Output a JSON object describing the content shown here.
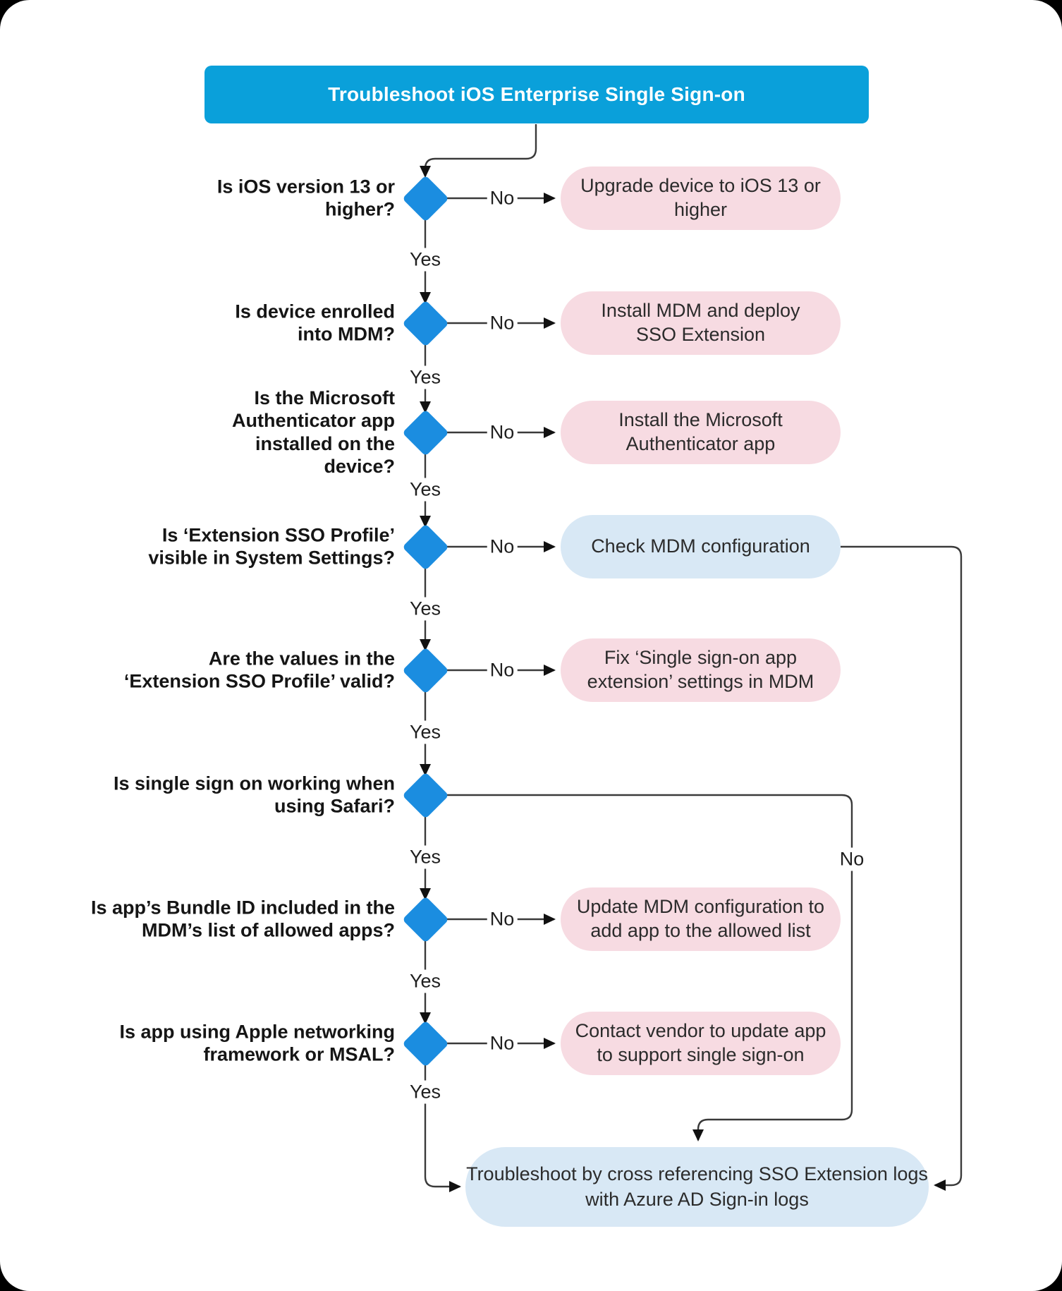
{
  "page": {
    "title": "Troubleshoot iOS Enterprise Single Sign-on"
  },
  "labels": {
    "yes": "Yes",
    "no": "No"
  },
  "colors": {
    "title_bg": "#0aa0da",
    "diamond": "#1b8de0",
    "outcome_pink": "#f7dbe2",
    "outcome_blue": "#d8e8f5",
    "line": "#3a3a3a"
  },
  "decisions": [
    {
      "question": [
        "Is iOS version 13 or",
        "higher?"
      ],
      "no_outcome": [
        "Upgrade device to iOS 13 or",
        "higher"
      ],
      "outcome_style": "pink"
    },
    {
      "question": [
        "Is device enrolled",
        "into MDM?"
      ],
      "no_outcome": [
        "Install MDM and deploy",
        "SSO Extension"
      ],
      "outcome_style": "pink"
    },
    {
      "question": [
        "Is the Microsoft",
        "Authenticator app",
        "installed on the",
        "device?"
      ],
      "no_outcome": [
        "Install the Microsoft",
        "Authenticator app"
      ],
      "outcome_style": "pink"
    },
    {
      "question": [
        "Is ‘Extension SSO Profile’",
        "visible in System Settings?"
      ],
      "no_outcome": [
        "Check MDM configuration"
      ],
      "outcome_style": "blue"
    },
    {
      "question": [
        "Are the values in the",
        "‘Extension SSO Profile’ valid?"
      ],
      "no_outcome": [
        "Fix ‘Single sign-on app",
        "extension’ settings in MDM"
      ],
      "outcome_style": "pink"
    },
    {
      "question": [
        "Is single sign on working when",
        "using Safari?"
      ],
      "no_outcome": null,
      "outcome_style": null
    },
    {
      "question": [
        "Is app’s Bundle ID included in the",
        "MDM’s list of allowed apps?"
      ],
      "no_outcome": [
        "Update MDM configuration to",
        "add app to the allowed list"
      ],
      "outcome_style": "pink"
    },
    {
      "question": [
        "Is app using Apple networking",
        "framework or MSAL?"
      ],
      "no_outcome": [
        "Contact vendor to update app",
        "to support single sign-on"
      ],
      "outcome_style": "pink"
    }
  ],
  "final_outcome": [
    "Troubleshoot by cross referencing SSO Extension logs",
    "with Azure AD Sign-in logs"
  ]
}
